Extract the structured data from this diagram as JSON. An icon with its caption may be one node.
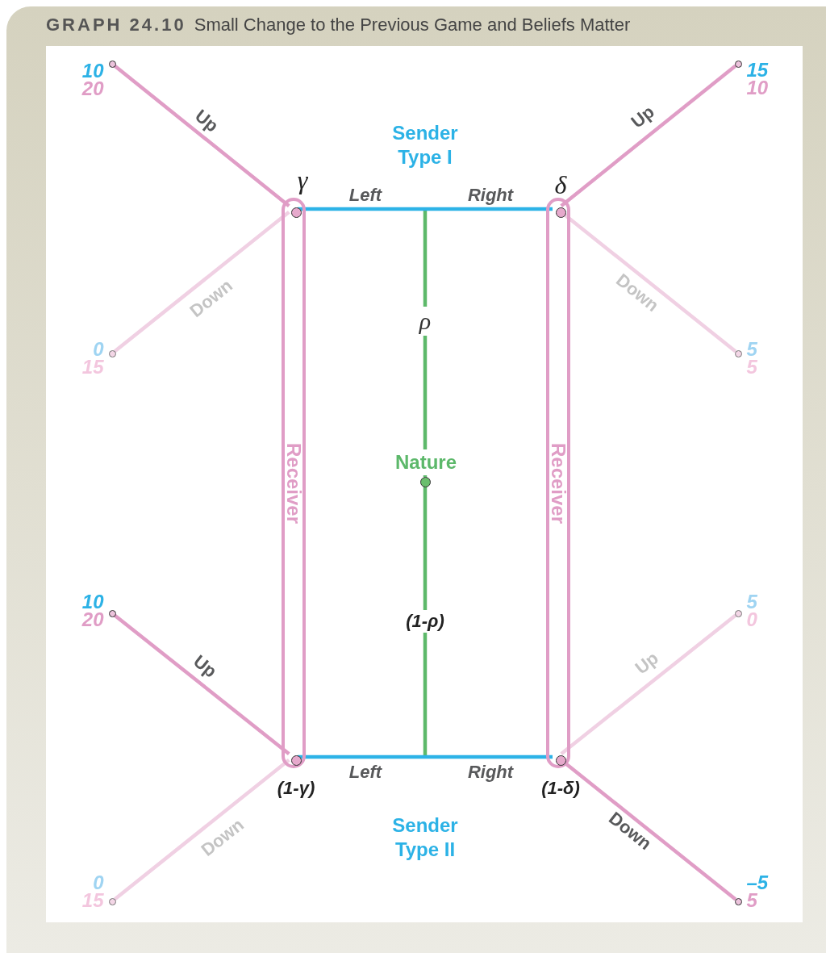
{
  "diagram": {
    "title": "**GRAPH 24.10** Small Change to the Previous Game and Beliefs Matter",
    "nodes": [
      {
        "text": [
          "Sender Type I"
        ]
      },
      {
        "text": [
          "Receiver"
        ]
      },
      {
        "text": [
          "γ"
        ],
        "in": 1
      },
      {
        "text": [
          "(1-γ)"
        ],
        "in": 1
      },
      {
        "text": [
          "Receiver"
        ]
      },
      {
        "text": [
          "δ"
        ],
        "in": 4
      },
      {
        "text": [
          "(1-δ)"
        ],
        "in": 4
      },
      {
        "text": [
          "Nature"
        ]
      },
      {
        "text": [
          "Sender Type II"
        ]
      },
      {
        "text": [
          "10",
          "20"
        ]
      },
      {
        "text": [
          "15",
          "10"
        ]
      },
      {
        "text": [
          "0",
          "15"
        ]
      },
      {
        "text": [
          "5",
          "5"
        ]
      },
      {
        "text": [
          "10",
          "20"
        ]
      },
      {
        "text": [
          "5",
          "0"
        ]
      },
      {
        "text": [
          "0",
          "15"
        ]
      },
      {
        "text": [
          "–5",
          "5"
        ]
      }
    ],
    "edges": [
      {
        "from": 7,
        "to": 0,
        "arrow": "none",
        "label": "ρ",
        "color": "#5db96a"
      },
      {
        "from": 7,
        "to": 8,
        "arrow": "none",
        "label": "(1-ρ)",
        "color": "#5db96a"
      },
      {
        "from": 0,
        "to": 2,
        "arrow": "none",
        "label": "Left",
        "color": "#2db3e7"
      },
      {
        "from": 0,
        "to": 5,
        "arrow": "none",
        "label": "Right",
        "color": "#2db3e7"
      },
      {
        "from": 8,
        "to": 3,
        "arrow": "none",
        "label": "Left",
        "color": "#2db3e7"
      },
      {
        "from": 8,
        "to": 6,
        "arrow": "none",
        "label": "Right",
        "color": "#2db3e7"
      },
      {
        "from": 2,
        "to": 9,
        "arrow": "none",
        "label": "Up",
        "color": "#e09dc6"
      },
      {
        "from": 2,
        "to": 11,
        "arrow": "none",
        "label": "Down",
        "color": "#f0d0e3"
      },
      {
        "from": 5,
        "to": 10,
        "arrow": "none",
        "label": "Up",
        "color": "#e09dc6"
      },
      {
        "from": 5,
        "to": 12,
        "arrow": "none",
        "label": "Down",
        "color": "#f0d0e3"
      },
      {
        "from": 3,
        "to": 13,
        "arrow": "none",
        "label": "Up",
        "color": "#e09dc6"
      },
      {
        "from": 3,
        "to": 15,
        "arrow": "none",
        "label": "Down",
        "color": "#f0d0e3"
      },
      {
        "from": 6,
        "to": 14,
        "arrow": "none",
        "label": "Up",
        "color": "#f0d0e3"
      },
      {
        "from": 6,
        "to": 16,
        "arrow": "none",
        "label": "Down",
        "color": "#e09dc6"
      }
    ]
  }
}
